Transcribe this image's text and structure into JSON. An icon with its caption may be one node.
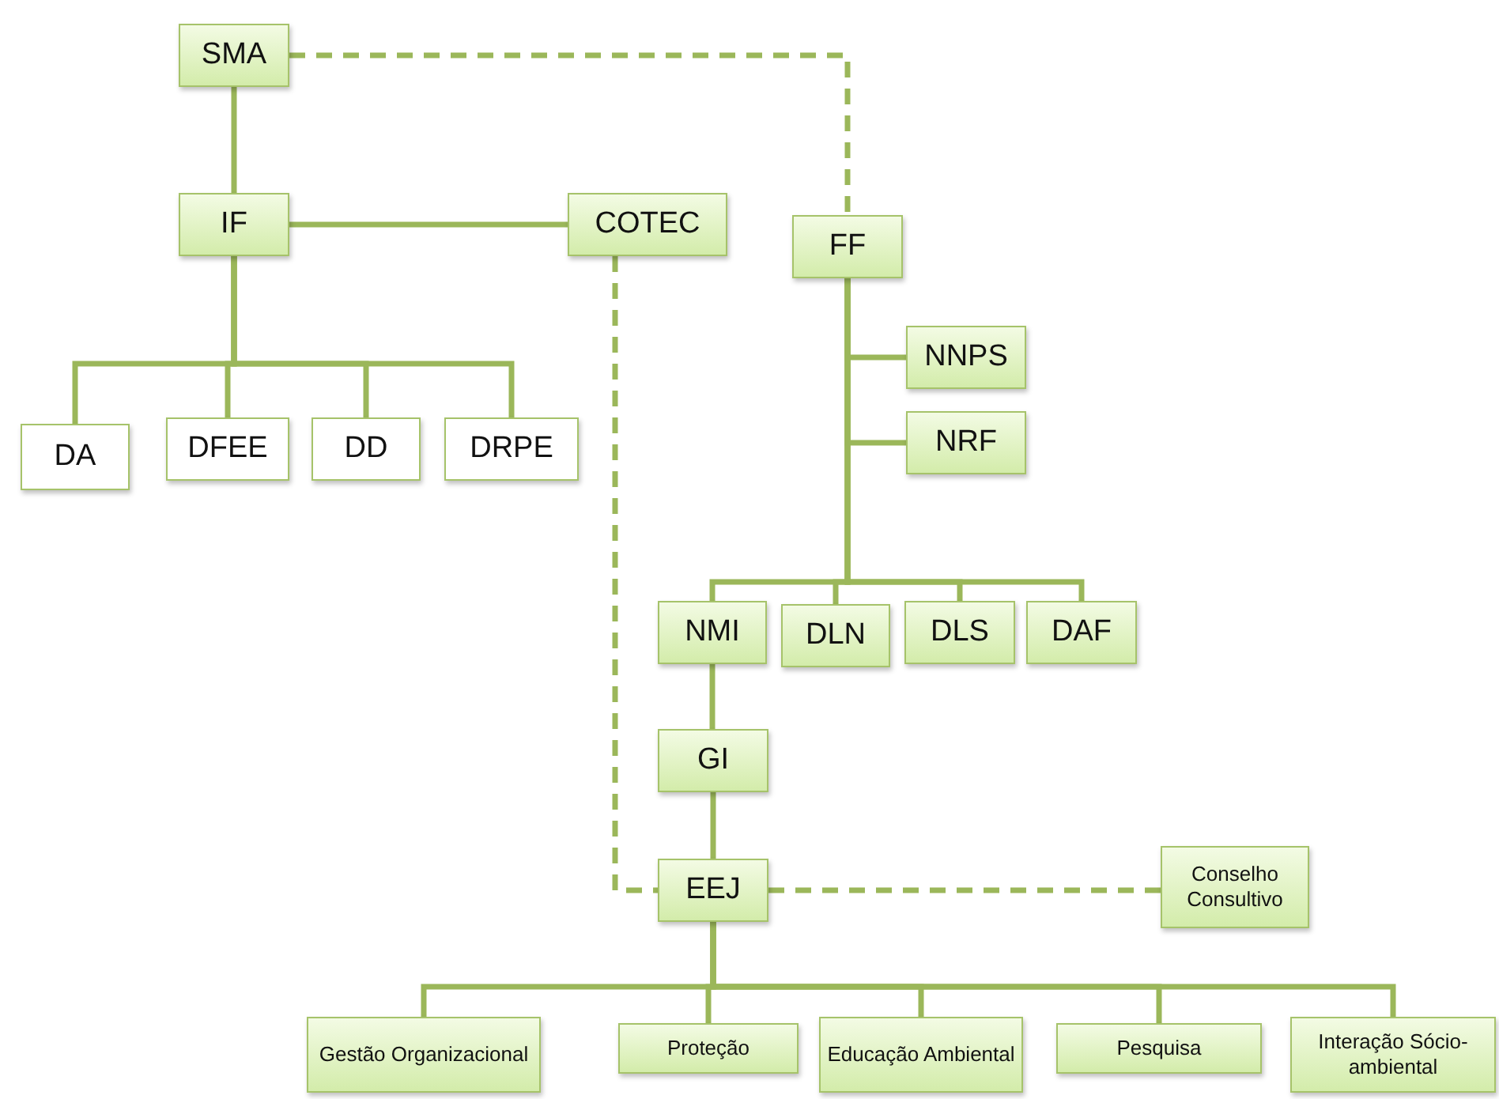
{
  "diagram": {
    "nodes": [
      {
        "text": [
          "SMA"
        ]
      },
      {
        "text": [
          "IF"
        ]
      },
      {
        "text": [
          "COTEC"
        ]
      },
      {
        "text": [
          "DA"
        ]
      },
      {
        "text": [
          "DFEE"
        ]
      },
      {
        "text": [
          "DD"
        ]
      },
      {
        "text": [
          "DRPE"
        ]
      },
      {
        "text": [
          "FF"
        ]
      },
      {
        "text": [
          "NNPS"
        ]
      },
      {
        "text": [
          "NRF"
        ]
      },
      {
        "text": [
          "NMI"
        ]
      },
      {
        "text": [
          "DLN"
        ]
      },
      {
        "text": [
          "DLS"
        ]
      },
      {
        "text": [
          "DAF"
        ]
      },
      {
        "text": [
          "GI"
        ]
      },
      {
        "text": [
          "EEJ"
        ]
      },
      {
        "text": [
          "Conselho Consultivo"
        ]
      },
      {
        "text": [
          "Gestão Organizacional"
        ]
      },
      {
        "text": [
          "Proteção"
        ]
      },
      {
        "text": [
          "Educação Ambiental"
        ]
      },
      {
        "text": [
          "Pesquisa"
        ]
      },
      {
        "text": [
          "Interação Sócio-ambiental"
        ]
      }
    ],
    "edges": [
      {
        "from": 0,
        "to": 1,
        "arrow": "none"
      },
      {
        "from": 0,
        "to": 7,
        "arrow": "none",
        "style": "dashed"
      },
      {
        "from": 1,
        "to": 2,
        "arrow": "none"
      },
      {
        "from": 1,
        "to": 3,
        "arrow": "none"
      },
      {
        "from": 1,
        "to": 4,
        "arrow": "none"
      },
      {
        "from": 1,
        "to": 5,
        "arrow": "none"
      },
      {
        "from": 1,
        "to": 6,
        "arrow": "none"
      },
      {
        "from": 2,
        "to": 15,
        "arrow": "none",
        "style": "dashed"
      },
      {
        "from": 7,
        "to": 8,
        "arrow": "none"
      },
      {
        "from": 7,
        "to": 9,
        "arrow": "none"
      },
      {
        "from": 7,
        "to": 10,
        "arrow": "none"
      },
      {
        "from": 7,
        "to": 11,
        "arrow": "none"
      },
      {
        "from": 7,
        "to": 12,
        "arrow": "none"
      },
      {
        "from": 7,
        "to": 13,
        "arrow": "none"
      },
      {
        "from": 10,
        "to": 14,
        "arrow": "none"
      },
      {
        "from": 14,
        "to": 15,
        "arrow": "none"
      },
      {
        "from": 15,
        "to": 16,
        "arrow": "none",
        "style": "dashed"
      },
      {
        "from": 15,
        "to": 17,
        "arrow": "none"
      },
      {
        "from": 15,
        "to": 18,
        "arrow": "none"
      },
      {
        "from": 15,
        "to": 19,
        "arrow": "none"
      },
      {
        "from": 15,
        "to": 20,
        "arrow": "none"
      },
      {
        "from": 15,
        "to": 21,
        "arrow": "none"
      }
    ]
  }
}
